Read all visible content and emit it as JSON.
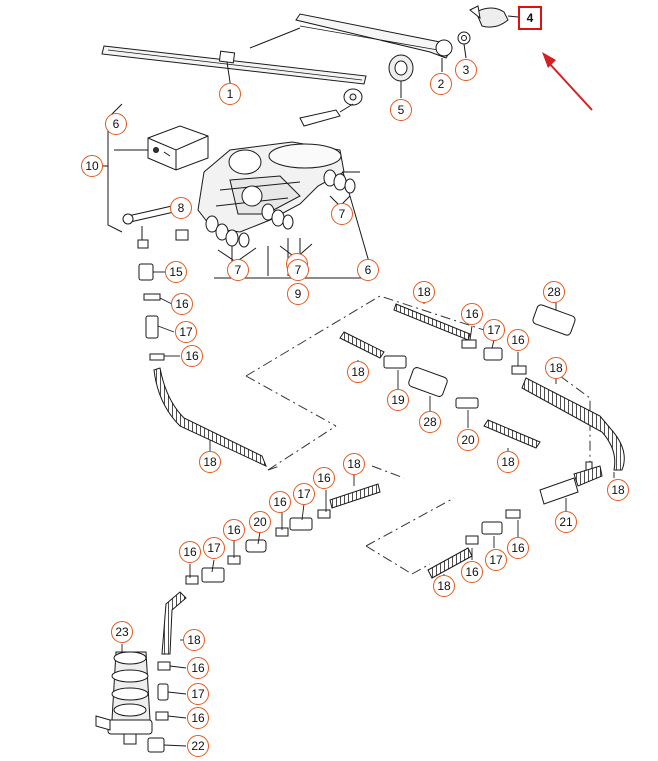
{
  "diagram": {
    "callouts": [
      {
        "label": "1"
      },
      {
        "label": "2"
      },
      {
        "label": "3"
      },
      {
        "label": "4",
        "highlight": true
      },
      {
        "label": "5"
      },
      {
        "label": "6"
      },
      {
        "label": "10"
      },
      {
        "label": "8"
      },
      {
        "label": "7"
      },
      {
        "label": "7"
      },
      {
        "label": "7"
      },
      {
        "label": "7"
      },
      {
        "label": "6"
      },
      {
        "label": "9"
      },
      {
        "label": "15"
      },
      {
        "label": "16"
      },
      {
        "label": "17"
      },
      {
        "label": "16"
      },
      {
        "label": "18"
      },
      {
        "label": "18"
      },
      {
        "label": "28"
      },
      {
        "label": "16"
      },
      {
        "label": "17"
      },
      {
        "label": "16"
      },
      {
        "label": "18"
      },
      {
        "label": "18"
      },
      {
        "label": "19"
      },
      {
        "label": "28"
      },
      {
        "label": "20"
      },
      {
        "label": "18"
      },
      {
        "label": "18"
      },
      {
        "label": "18"
      },
      {
        "label": "16"
      },
      {
        "label": "17"
      },
      {
        "label": "16"
      },
      {
        "label": "20"
      },
      {
        "label": "16"
      },
      {
        "label": "16"
      },
      {
        "label": "17"
      },
      {
        "label": "21"
      },
      {
        "label": "16"
      },
      {
        "label": "17"
      },
      {
        "label": "16"
      },
      {
        "label": "18"
      },
      {
        "label": "23"
      },
      {
        "label": "18"
      },
      {
        "label": "16"
      },
      {
        "label": "17"
      },
      {
        "label": "16"
      },
      {
        "label": "22"
      }
    ],
    "colors": {
      "callout_border": "#e25a1c",
      "highlight_border": "#e01010",
      "arrow": "#d42020",
      "line": "#1a1a1a"
    }
  }
}
